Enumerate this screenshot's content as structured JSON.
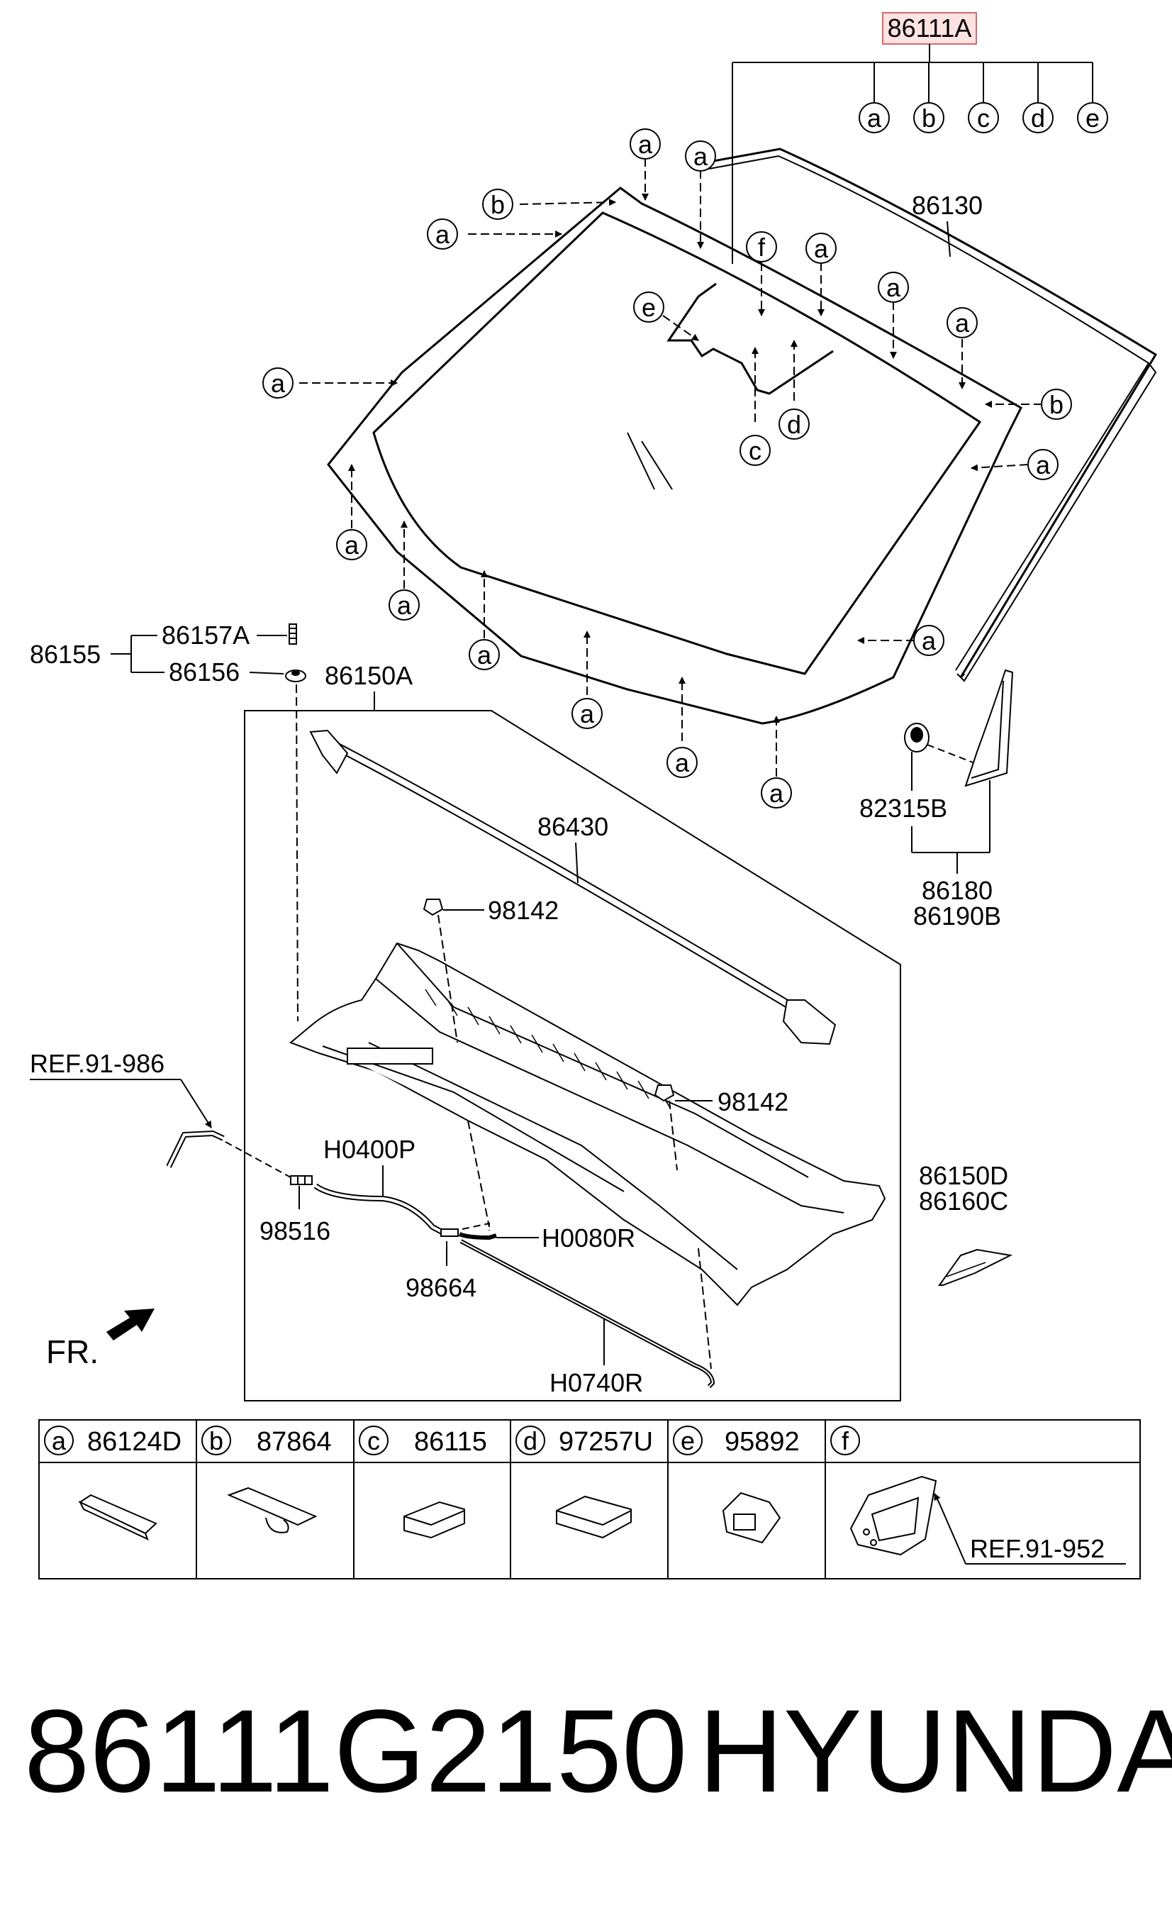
{
  "caption": {
    "part_number": "86111G2150",
    "brand": "HYUNDAI"
  },
  "labels": {
    "windshield_assy": "86111A",
    "windshield_moulding": "86130",
    "pad_kit": "86155",
    "bolt": "86157A",
    "nut": "86156",
    "cowl_assy": "86150A",
    "cowl_weatherstrip": "86430",
    "nozzle_left": "98142",
    "nozzle_right": "98142",
    "mirror_grommet": "82315B",
    "delta_cover_1": "86180",
    "delta_cover_2": "86190B",
    "ref_washer": "REF.91-986",
    "hose_1": "H0400P",
    "connector": "98516",
    "hose_2": "H0080R",
    "check_valve": "98664",
    "hose_3": "H0740R",
    "seal_1": "86150D",
    "seal_2": "86160C",
    "front_indicator": "FR.",
    "ref_camera": "REF.91-952"
  },
  "callouts": {
    "a": "a",
    "b": "b",
    "c": "c",
    "d": "d",
    "e": "e",
    "f": "f"
  },
  "legend": [
    {
      "letter": "a",
      "part": "86124D"
    },
    {
      "letter": "b",
      "part": "87864"
    },
    {
      "letter": "c",
      "part": "86115"
    },
    {
      "letter": "d",
      "part": "97257U"
    },
    {
      "letter": "e",
      "part": "95892"
    },
    {
      "letter": "f",
      "part": ""
    }
  ]
}
